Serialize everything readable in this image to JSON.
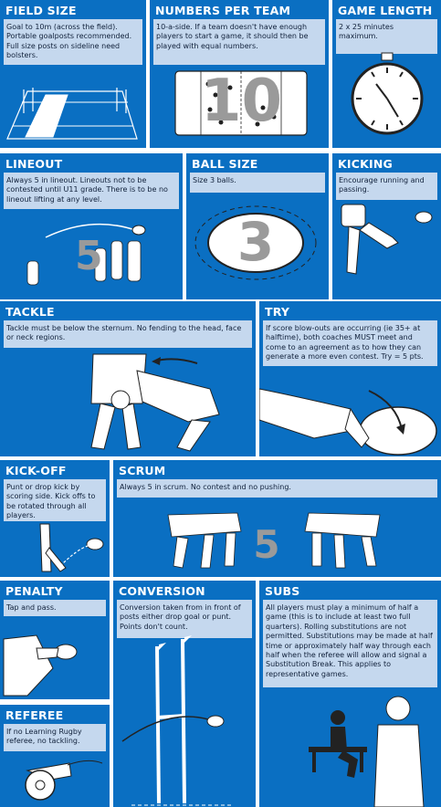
{
  "colors": {
    "panel": "#0a6fc2",
    "text_box": "#c5d8ee",
    "title_text": "#ffffff",
    "body_text": "#10203a",
    "numeral": "#9a9a9a"
  },
  "panels": {
    "field_size": {
      "title": "FIELD SIZE",
      "text": "Goal to 10m  (across the field). Portable goalposts recommended. Full size posts on sideline need bolsters."
    },
    "numbers_per_team": {
      "title": "NUMBERS PER TEAM",
      "text": "10-a-side. If a team doesn't have enough players to start a game, it should then be played with equal numbers.",
      "numeral": "10"
    },
    "game_length": {
      "title": "GAME LENGTH",
      "text": "2 x 25 minutes maximum."
    },
    "lineout": {
      "title": "LINEOUT",
      "text": "Always 5 in lineout. Lineouts not to be contested until U11 grade. There is to be no lineout lifting at any level.",
      "numeral": "5"
    },
    "ball_size": {
      "title": "BALL SIZE",
      "text": "Size 3 balls.",
      "numeral": "3"
    },
    "kicking": {
      "title": "KICKING",
      "text": "Encourage running and passing."
    },
    "tackle": {
      "title": "TACKLE",
      "text": "Tackle must be below the sternum. No fending to the head, face or neck regions."
    },
    "try": {
      "title": "TRY",
      "text": "If score blow-outs are occurring (ie 35+ at halftime), both coaches MUST meet and come to an agreement as to how they can generate a more even contest. Try = 5 pts."
    },
    "kick_off": {
      "title": "KICK-OFF",
      "text": "Punt or drop kick by scoring side. Kick offs to be rotated through all players."
    },
    "scrum": {
      "title": "SCRUM",
      "text": "Always 5 in scrum. No contest and no pushing.",
      "numeral": "5"
    },
    "penalty": {
      "title": "PENALTY",
      "text": "Tap and pass."
    },
    "conversion": {
      "title": "CONVERSION",
      "text": "Conversion taken from in front of posts either drop goal or punt. Points don't count."
    },
    "subs": {
      "title": "SUBS",
      "text": "All players must play a minimum of half a game (this is to include at least two full quarters). Rolling substitutions are not permitted. Substitutions may be made at half time or approximately half way through each half when the referee will allow and signal a Substitution Break. This applies to representative games."
    },
    "referee": {
      "title": "REFEREE",
      "text": "If no Learning Rugby referee, no tackling."
    }
  }
}
